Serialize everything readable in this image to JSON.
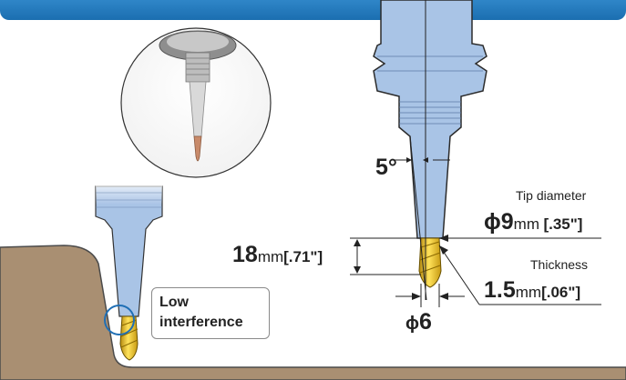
{
  "angle": {
    "label": "5°"
  },
  "tip": {
    "caption": "Tip diameter",
    "symbol": "ϕ",
    "value": "9",
    "unit": "mm",
    "imperial": "[.35\"]"
  },
  "thickness": {
    "caption": "Thickness",
    "value": "1.5",
    "unit": "mm",
    "imperial": "[.06\"]"
  },
  "length": {
    "value": "18",
    "unit": "mm",
    "imperial": "[.71\"]"
  },
  "shank": {
    "symbol": "ϕ",
    "value": "6"
  },
  "callout": {
    "line1": "Low",
    "line2": "interference"
  },
  "colors": {
    "header": "#1f74b7",
    "holder": "#a9c4e6",
    "outline": "#2b2b2b",
    "workpiece": "#a98f72",
    "tool": "#e5c21b",
    "circle": "#1f6fb5"
  }
}
